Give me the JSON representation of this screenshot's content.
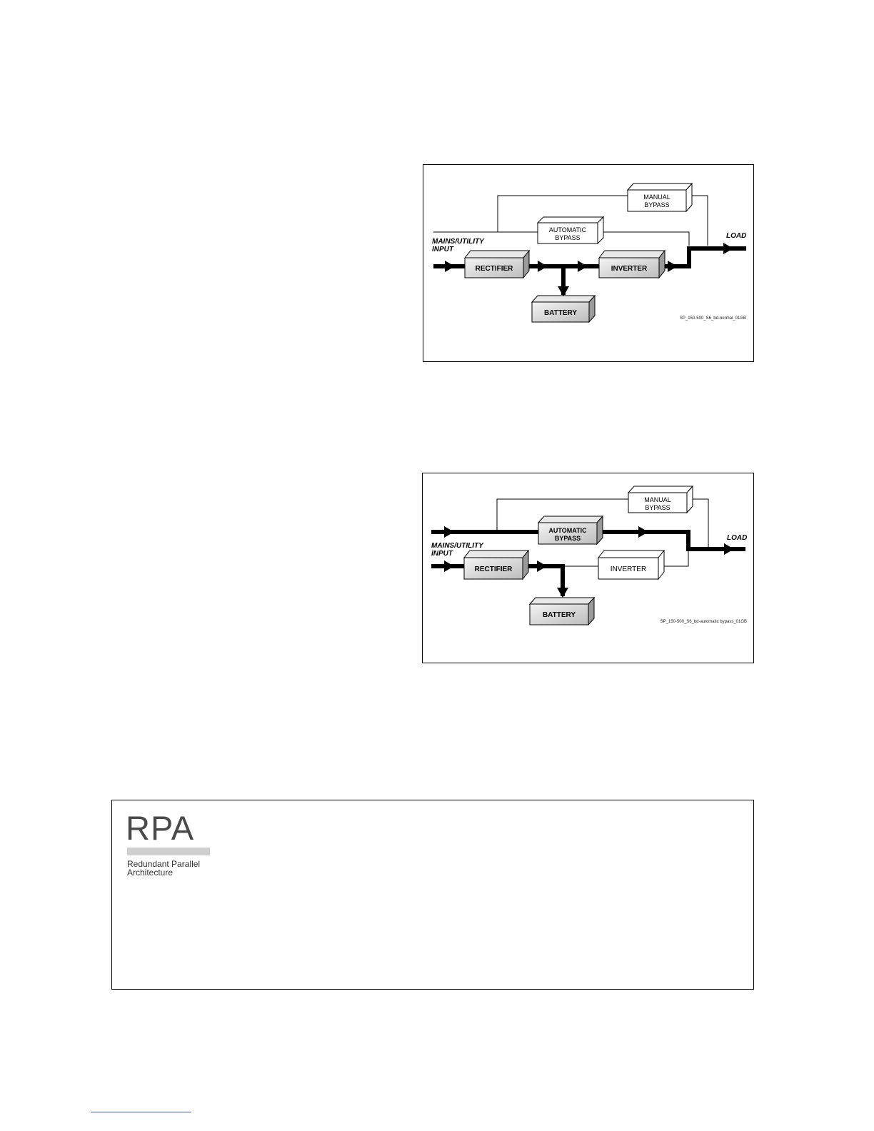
{
  "figures": [
    {
      "labels": {
        "manual_bypass": [
          "MANUAL",
          "BYPASS"
        ],
        "automatic_bypass": [
          "AUTOMATIC",
          "BYPASS"
        ],
        "input": [
          "MAINS/UTILITY",
          "INPUT"
        ],
        "rectifier": "RECTIFIER",
        "inverter": "INVERTER",
        "battery": "BATTERY",
        "load": "LOAD",
        "code": "SP_150-500_S6_bd-normal_01GB"
      }
    },
    {
      "labels": {
        "manual_bypass": [
          "MANUAL",
          "BYPASS"
        ],
        "automatic_bypass": [
          "AUTOMATIC",
          "BYPASS"
        ],
        "input": [
          "MAINS/UTILITY",
          "INPUT"
        ],
        "rectifier": "RECTIFIER",
        "inverter": "INVERTER",
        "battery": "BATTERY",
        "load": "LOAD",
        "code": "SP_150-500_S6_bd-automatic bypass_01GB"
      }
    }
  ],
  "rpa": {
    "logo": "RPA",
    "caption_line1": "Redundant Parallel",
    "caption_line2": "Architecture"
  }
}
